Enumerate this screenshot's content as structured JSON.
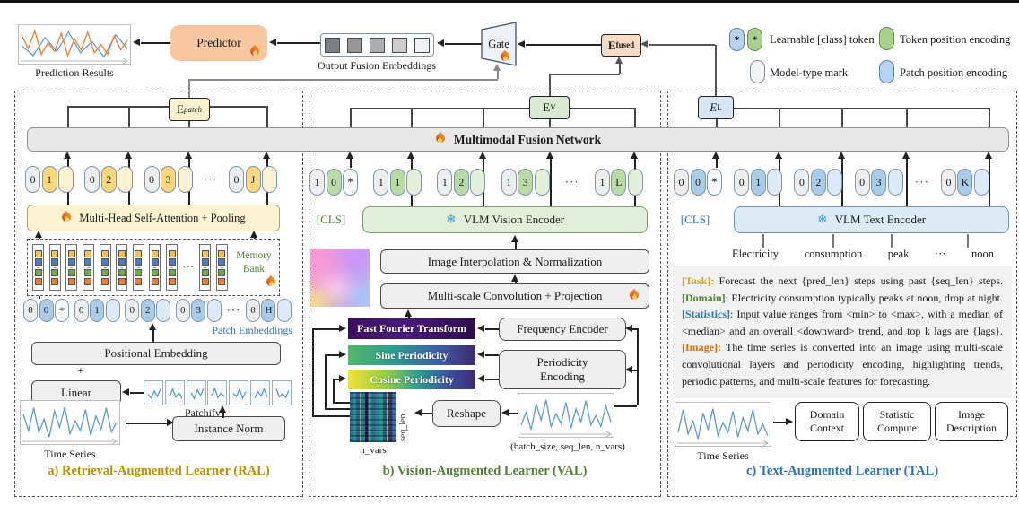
{
  "top": {
    "prediction_results": "Prediction Results",
    "predictor": "Predictor",
    "output_fusion": "Output Fusion Embeddings",
    "gate": "Gate",
    "e_fused": {
      "base": "E",
      "sub": "fused"
    }
  },
  "legend": {
    "star": "*",
    "learnable": "Learnable [class] token",
    "token_pos": "Token position encoding",
    "model_mark": "Model-type mark",
    "patch_pos": "Patch position encoding"
  },
  "fusion": {
    "label": "Multimodal Fusion Network"
  },
  "ral": {
    "e_patch": {
      "base": "E",
      "sub": "patch"
    },
    "tokens": [
      [
        "0",
        "1",
        ""
      ],
      [
        "0",
        "2",
        ""
      ],
      [
        "0",
        "3",
        ""
      ],
      "···",
      [
        "0",
        "J",
        ""
      ]
    ],
    "mhsa": "Multi-Head Self-Attention + Pooling",
    "memory_bank_l1": "Memory",
    "memory_bank_l2": "Bank",
    "memory_dots": "···",
    "patch_tokens": [
      [
        "0",
        "0",
        "*"
      ],
      [
        "0",
        "1",
        ""
      ],
      [
        "0",
        "2",
        ""
      ],
      [
        "0",
        "3",
        ""
      ],
      "···",
      [
        "0",
        "H",
        ""
      ]
    ],
    "patch_embeddings": "Patch Embeddings",
    "positional": "Positional Embedding",
    "plus": "+",
    "linear": "Linear",
    "patchify": "Patchify",
    "instance_norm": "Instance Norm",
    "time_series": "Time Series",
    "title": "a) Retrieval-Augmented Learner (RAL)"
  },
  "val": {
    "e_v": {
      "base": "E",
      "sub": "V"
    },
    "cls": "[CLS]",
    "tokens": [
      [
        "1",
        "0",
        "*"
      ],
      [
        "1",
        "1",
        ""
      ],
      [
        "1",
        "2",
        ""
      ],
      [
        "1",
        "3",
        ""
      ],
      "···",
      [
        "1",
        "L",
        ""
      ]
    ],
    "encoder": "VLM Vision Encoder",
    "interp": "Image Interpolation & Normalization",
    "conv": "Multi-scale Convolution + Projection",
    "fft": "Fast Fourier Transform",
    "sine": "Sine Periodicity",
    "cosine": "Cosine Periodicity",
    "freq": "Frequency Encoder",
    "periodicity_l1": "Periodicity",
    "periodicity_l2": "Encoding",
    "reshape": "Reshape",
    "n_vars": "n_vars",
    "seq_len": "seq_len",
    "shape": "(batch_size, seq_len, n_vars)",
    "title": "b) Vision-Augmented Learner (VAL)"
  },
  "tal": {
    "e_l": {
      "base": "E",
      "sub": "L"
    },
    "cls": "[CLS]",
    "tokens": [
      [
        "0",
        "0",
        "*"
      ],
      [
        "0",
        "1",
        ""
      ],
      [
        "0",
        "2",
        ""
      ],
      [
        "0",
        "3",
        ""
      ],
      "···",
      [
        "0",
        "K",
        ""
      ]
    ],
    "encoder": "VLM Text Encoder",
    "words": [
      "Electricity",
      "consumption",
      "peak",
      "···",
      "noon"
    ],
    "prompt": [
      {
        "tag": "[Task]:",
        "color": "#d9a420",
        "text": " Forecast the next {pred_len} steps using past {seq_len} steps. "
      },
      {
        "tag": "[Domain]",
        "color": "#538135",
        "text": ": Electricity consumption typically peaks at noon, drop at night. "
      },
      {
        "tag": "[Statistics]",
        "color": "#2e74b5",
        "text": ": Input value ranges from <min> to <max>, with a median of <median> and an overall <downward> trend, and top k lags are {lags}. "
      },
      {
        "tag": "[Image]:",
        "color": "#e36c0a",
        "text": " The time series is converted into an image using multi-scale convolutional layers and periodicity encoding, highlighting trends, periodic patterns, and multi-scale features for forecasting."
      }
    ],
    "box1_l1": "Domain",
    "box1_l2": "Context",
    "box2_l1": "Statistic",
    "box2_l2": "Compute",
    "box3_l1": "Image",
    "box3_l2": "Description",
    "time_series": "Time Series",
    "title": "c) Text-Augmented Learner (TAL)"
  },
  "colors": {
    "predictor_fill": "#f6c7a0",
    "e_fused_fill": "#f9dcc6",
    "e_patch_fill": "#fdf2cf",
    "e_v_fill": "#d9ead3",
    "e_l_fill": "#d6e6f5",
    "bar_fill": "#e8e8e8",
    "mhsa_fill": "#fdf3d2",
    "vision_encoder_fill": "#e2efda",
    "text_encoder_fill": "#ddebf7",
    "pill_gray": "#eceef0",
    "pill_star": "#f7f8fa",
    "pill_yellow": "#fcd77c",
    "pill_yellow_pale": "#fdf3d2",
    "pill_green": "#b9dba6",
    "pill_green_pale": "#e2f0d9",
    "pill_blue": "#a9cce9",
    "pill_blue_pale": "#dcebf7",
    "legend_blue": "#b6d4ef",
    "legend_green": "#a9d18e",
    "legend_white": "#f4f5f7",
    "memory_colors": [
      "#f5c242",
      "#4d7cc7",
      "#70ad47",
      "#ed7d31"
    ],
    "ral_title": "#bf8f00",
    "val_title": "#538135",
    "tal_title": "#2e74b5",
    "wave_blue": "#5b9bd5",
    "wave_orange": "#ed7d31"
  }
}
